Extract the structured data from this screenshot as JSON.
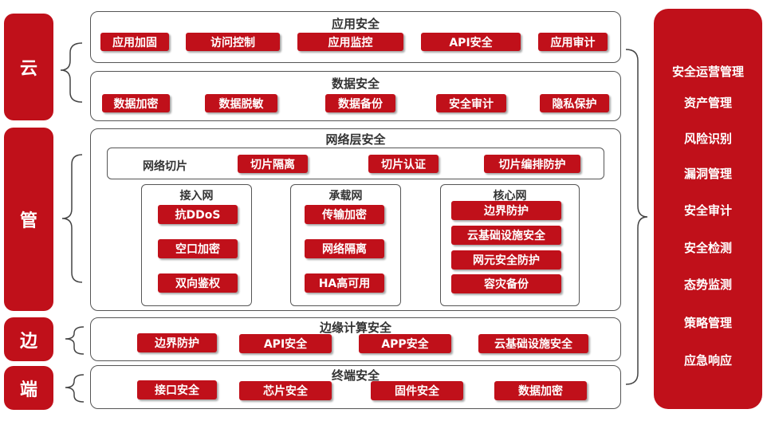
{
  "layers": [
    {
      "id": "cloud",
      "label": "云"
    },
    {
      "id": "pipe",
      "label": "管"
    },
    {
      "id": "edge",
      "label": "边"
    },
    {
      "id": "end",
      "label": "端"
    }
  ],
  "app_security": {
    "title": "应用安全",
    "items": [
      "应用加固",
      "访问控制",
      "应用监控",
      "API安全",
      "应用审计"
    ]
  },
  "data_security": {
    "title": "数据安全",
    "items": [
      "数据加密",
      "数据脱敏",
      "数据备份",
      "安全审计",
      "隐私保护"
    ]
  },
  "network_security": {
    "title": "网络层安全",
    "slicing": {
      "label": "网络切片",
      "items": [
        "切片隔离",
        "切片认证",
        "切片编排防护"
      ]
    },
    "access_net": {
      "title": "接入网",
      "items": [
        "抗DDoS",
        "空口加密",
        "双向鉴权"
      ]
    },
    "bearer_net": {
      "title": "承载网",
      "items": [
        "传输加密",
        "网络隔离",
        "HA高可用"
      ]
    },
    "core_net": {
      "title": "核心网",
      "items": [
        "边界防护",
        "云基础设施安全",
        "网元安全防护",
        "容灾备份"
      ]
    }
  },
  "edge_security": {
    "title": "边缘计算安全",
    "items": [
      "边界防护",
      "API安全",
      "APP安全",
      "云基础设施安全"
    ]
  },
  "terminal_security": {
    "title": "终端安全",
    "items": [
      "接口安全",
      "芯片安全",
      "固件安全",
      "数据加密"
    ]
  },
  "operations": {
    "items": [
      "安全运营管理",
      "资产管理",
      "风险识别",
      "漏洞管理",
      "安全审计",
      "安全检测",
      "态势监测",
      "策略管理",
      "应急响应"
    ]
  }
}
